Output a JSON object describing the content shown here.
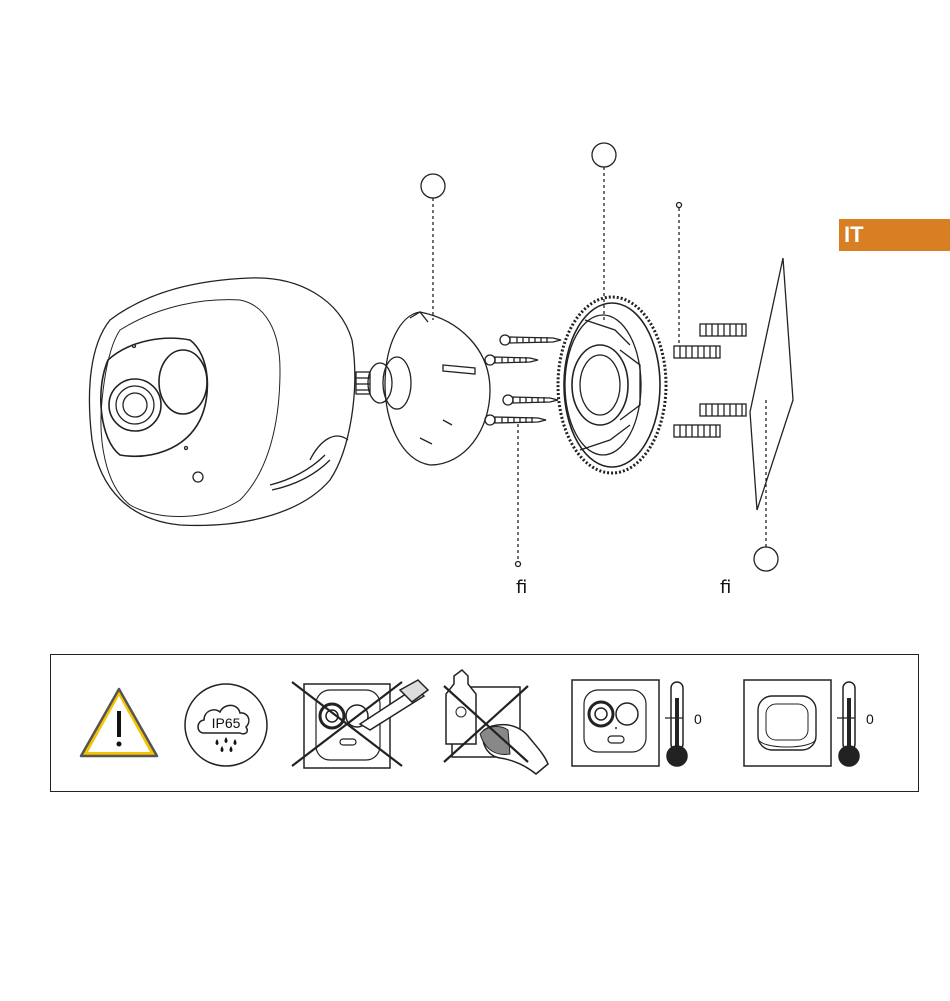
{
  "language_tab": "IT",
  "diagram": {
    "callout_left": "ﬁ",
    "callout_right": "ﬁ"
  },
  "icons": {
    "ip_rating": "IP65",
    "camera_temp_value": "0",
    "base_temp_value": "0"
  }
}
